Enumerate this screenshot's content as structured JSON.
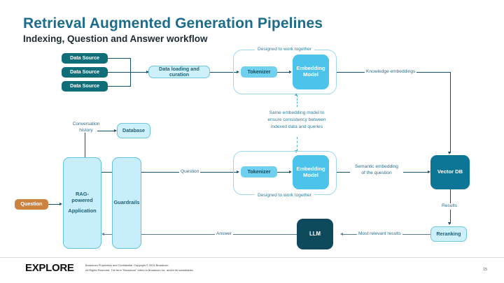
{
  "header": {
    "title": "Retrieval Augmented Generation Pipelines",
    "subtitle": "Indexing, Question and Answer workflow",
    "title_color": "#1c6c8c"
  },
  "nodes": {
    "data_source_1": "Data Source",
    "data_source_2": "Data Source",
    "data_source_3": "Data Source",
    "data_loading": "Data loading and curation",
    "tokenizer_top": "Tokenizer",
    "embedding_top_l1": "Embedding",
    "embedding_top_l2": "Model",
    "tokenizer_bottom": "Tokenizer",
    "embedding_bottom_l1": "Embedding",
    "embedding_bottom_l2": "Model",
    "database": "Database",
    "question_input": "Question",
    "rag_app_l1": "RAG-",
    "rag_app_l2": "powered",
    "rag_app_l3": "Application",
    "guardrails": "Guardrails",
    "vector_db": "Vector DB",
    "reranking": "Reranking",
    "llm": "LLM"
  },
  "groups": {
    "top_label": "Designed to work together",
    "bottom_label": "Designed to work together"
  },
  "notes": {
    "same_embedding_l1": "Same embedding model to",
    "same_embedding_l2": "ensure consistency between",
    "same_embedding_l3": "indexed data and queries"
  },
  "edges": {
    "knowledge_embeddings": "Knowledge embeddings",
    "semantic_embedding_l1": "Semantic embedding",
    "semantic_embedding_l2": "of the question",
    "conversation_history_l1": "Conversation",
    "conversation_history_l2": "history",
    "question": "Question",
    "answer": "Answer",
    "results": "Results",
    "most_relevant_results": "Most relevant results"
  },
  "footer": {
    "logo": "EXPLORE",
    "legal_line1": "Broadcom Proprietary and Confidential. Copyright © 2024 Broadcom.",
    "legal_line2": "All Rights Reserved. The term \"Broadcom\" refers to Broadcom Inc. and/or its subsidiaries.",
    "page_number": "15"
  },
  "colors": {
    "dark_teal": "#0f6e78",
    "cyan": "#4cc3ea",
    "light_blue": "#cdf0fb",
    "vector_db": "#0d7595",
    "llm": "#0e4a5c",
    "question_orange": "#cc8340"
  }
}
